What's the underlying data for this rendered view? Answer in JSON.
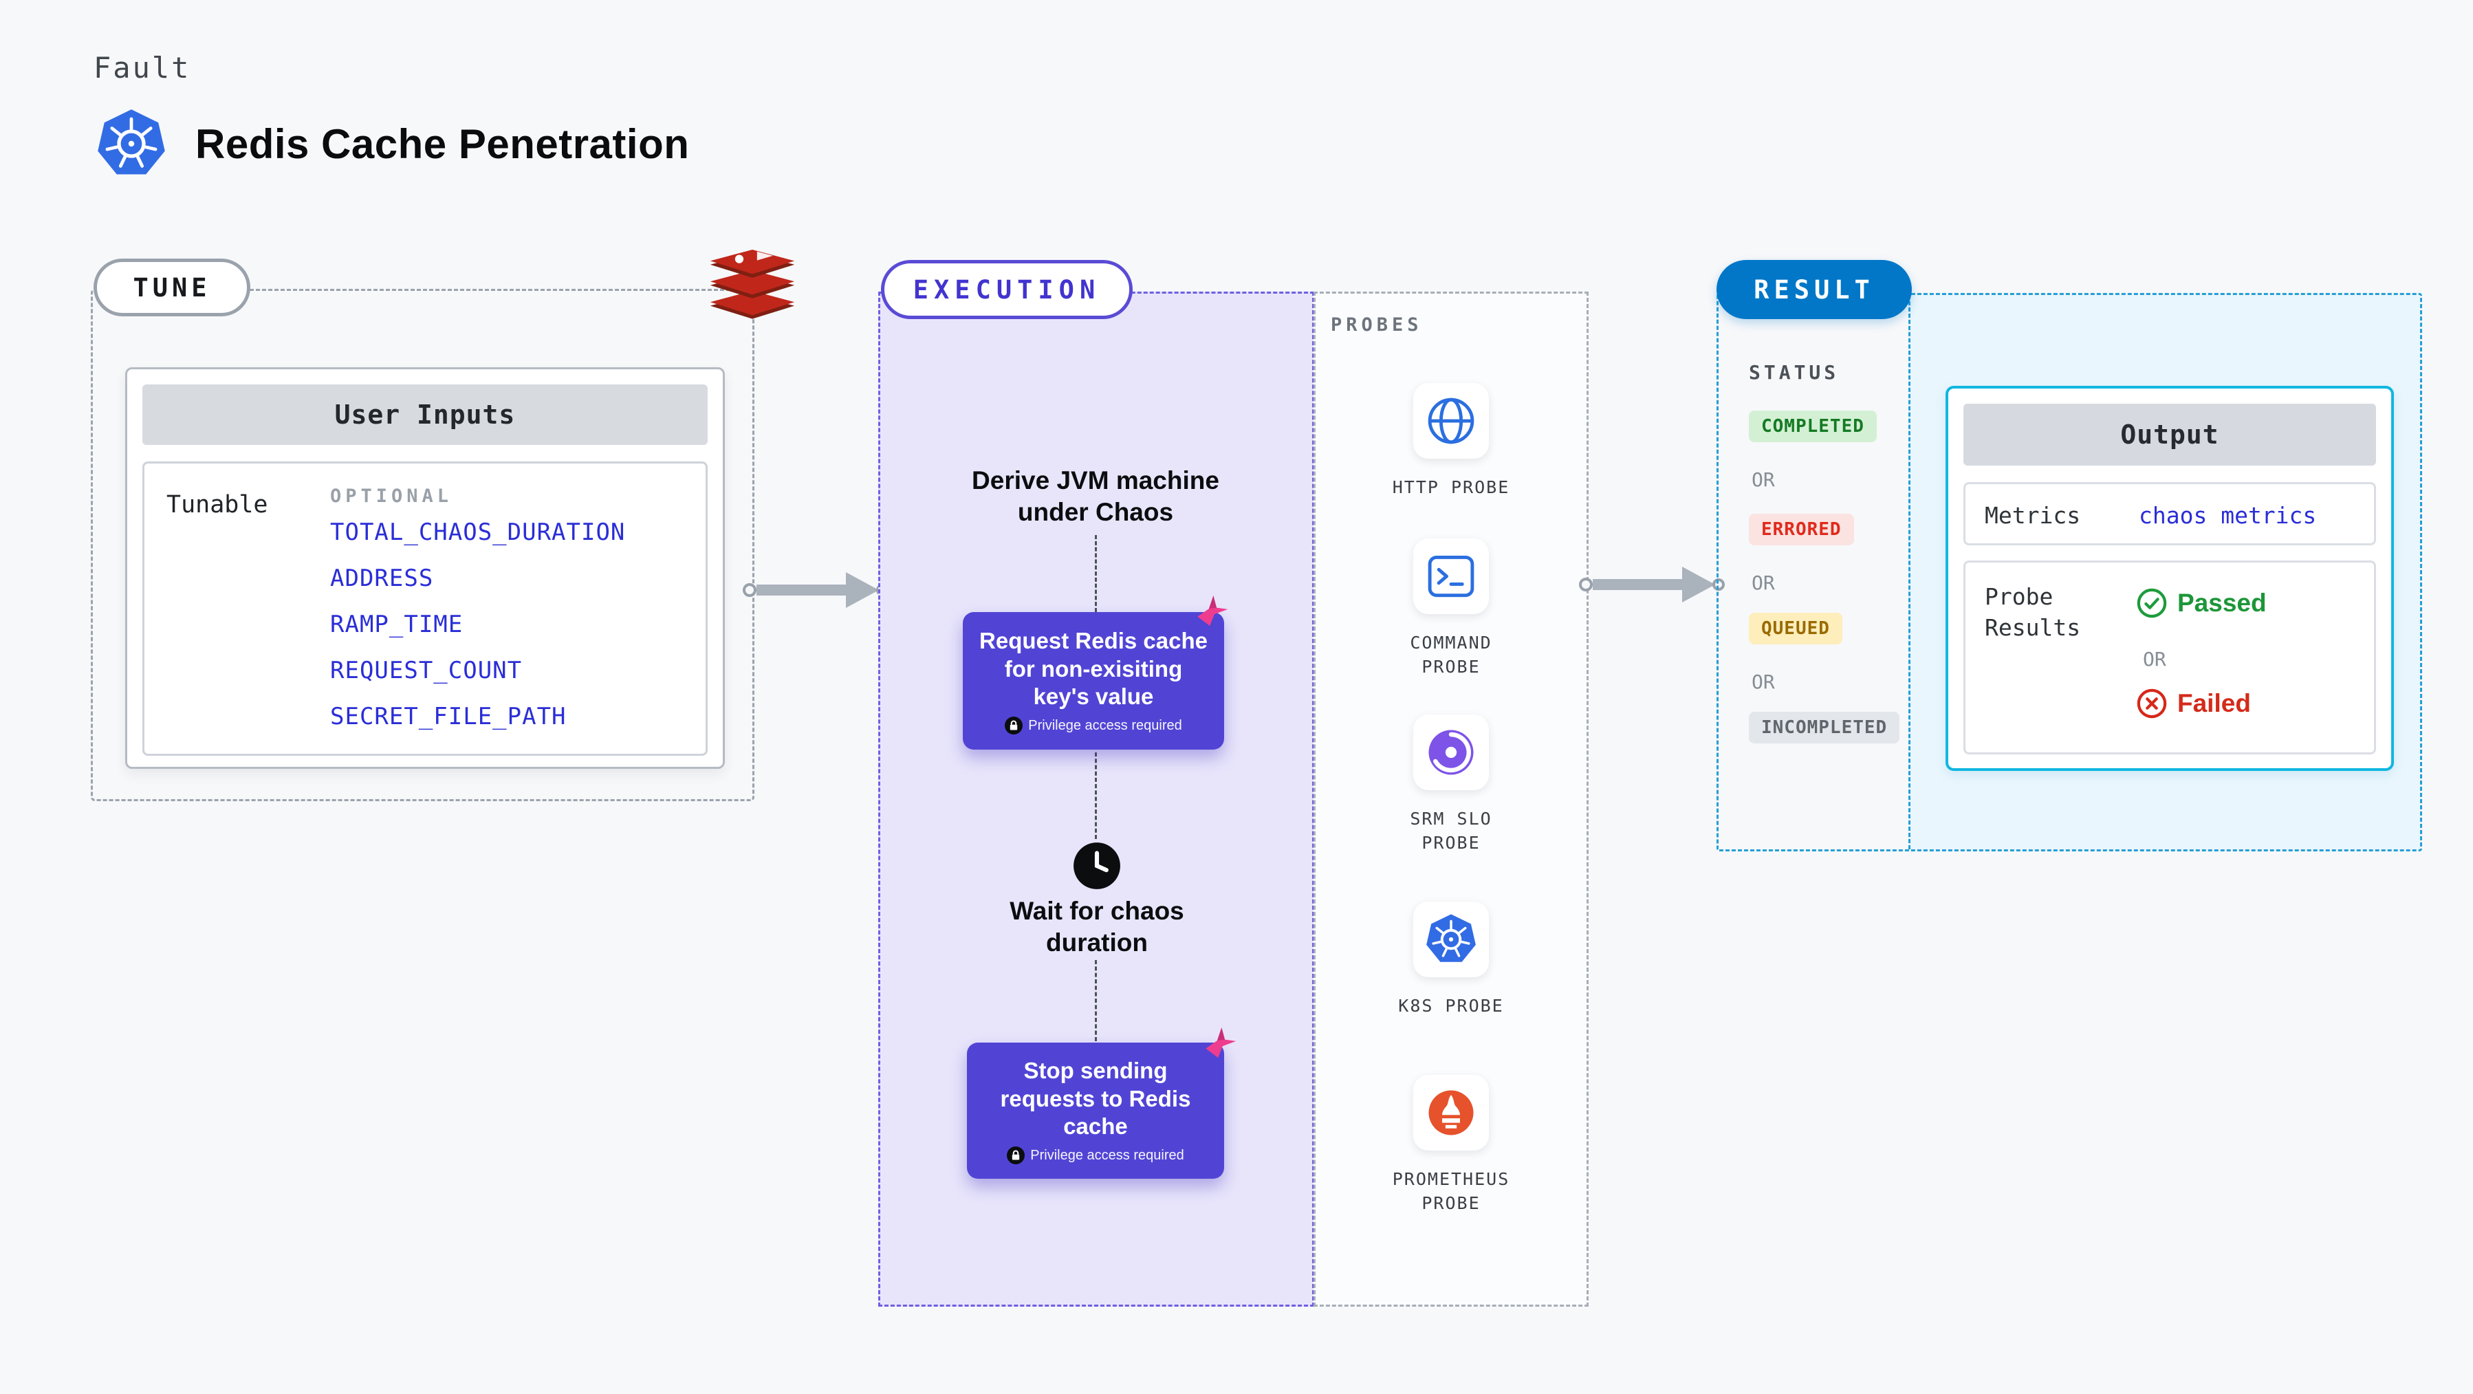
{
  "colors": {
    "accent_purple": "#5144d5",
    "result_blue": "#0277c8",
    "link_blue": "#2a2ed6",
    "passed_green": "#1c9638",
    "failed_red": "#d42a1a"
  },
  "page": {
    "fault_label": "Fault",
    "title": "Redis Cache Penetration",
    "title_icon": "kubernetes-icon"
  },
  "tune": {
    "pill_label": "TUNE",
    "vendor_icon": "redis-icon",
    "card_header": "User Inputs",
    "row_label": "Tunable",
    "optional_label": "OPTIONAL",
    "env_vars": [
      "TOTAL_CHAOS_DURATION",
      "ADDRESS",
      "RAMP_TIME",
      "REQUEST_COUNT",
      "SECRET_FILE_PATH"
    ]
  },
  "execution": {
    "pill_label": "EXECUTION",
    "derive_text": "Derive JVM machine under Chaos",
    "action1_text": "Request Redis cache for non-exisiting key's value",
    "privilege_text": "Privilege access required",
    "wait_text": "Wait for chaos duration",
    "action2_text": "Stop sending requests to Redis cache"
  },
  "probes": {
    "title": "PROBES",
    "items": [
      {
        "label": "HTTP PROBE",
        "icon": "globe-icon"
      },
      {
        "label": "COMMAND PROBE",
        "icon": "terminal-icon"
      },
      {
        "label": "SRM SLO PROBE",
        "icon": "srm-slo-icon"
      },
      {
        "label": "K8S PROBE",
        "icon": "kubernetes-icon"
      },
      {
        "label": "PROMETHEUS PROBE",
        "icon": "prometheus-icon"
      }
    ]
  },
  "result": {
    "pill_label": "RESULT",
    "status_label": "STATUS",
    "or_label": "OR",
    "statuses": [
      {
        "label": "COMPLETED",
        "state": "completed"
      },
      {
        "label": "ERRORED",
        "state": "errored"
      },
      {
        "label": "QUEUED",
        "state": "queued"
      },
      {
        "label": "INCOMPLETED",
        "state": "incompleted"
      }
    ],
    "output": {
      "header": "Output",
      "metrics_label": "Metrics",
      "metrics_value": "chaos metrics",
      "probe_results_label": "Probe Results",
      "passed_label": "Passed",
      "failed_label": "Failed"
    }
  }
}
